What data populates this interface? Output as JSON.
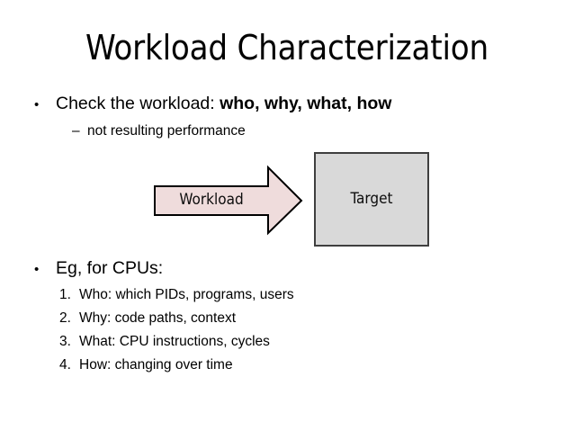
{
  "slide": {
    "title": "Workload Characterization",
    "background_color": "#FFFFFF",
    "bullets": [
      {
        "marker": "•",
        "level": 1,
        "text_plain": "Check the workload: who, why, what, how",
        "text_lead": "Check the workload: ",
        "text_bold": "who, why, what, how"
      },
      {
        "marker": "–",
        "level": 2,
        "text_plain": "not resulting performance"
      },
      {
        "marker": "•",
        "level": 1,
        "text_plain": "Eg, for CPUs:"
      }
    ],
    "numbered_list": [
      {
        "marker": "1.",
        "text": "Who: which PIDs, programs, users"
      },
      {
        "marker": "2.",
        "text": "Why: code paths, context"
      },
      {
        "marker": "3.",
        "text": "What: CPU instructions, cycles"
      },
      {
        "marker": "4.",
        "text": "How: changing over time"
      }
    ],
    "diagram": {
      "arrow": {
        "label": "Workload",
        "fill_color": "#EFDCDC",
        "border_color": "#000000",
        "direction": "right"
      },
      "target_box": {
        "label": "Target",
        "fill_color": "#D9D9D9",
        "border_color": "#3F3F3F"
      }
    }
  }
}
